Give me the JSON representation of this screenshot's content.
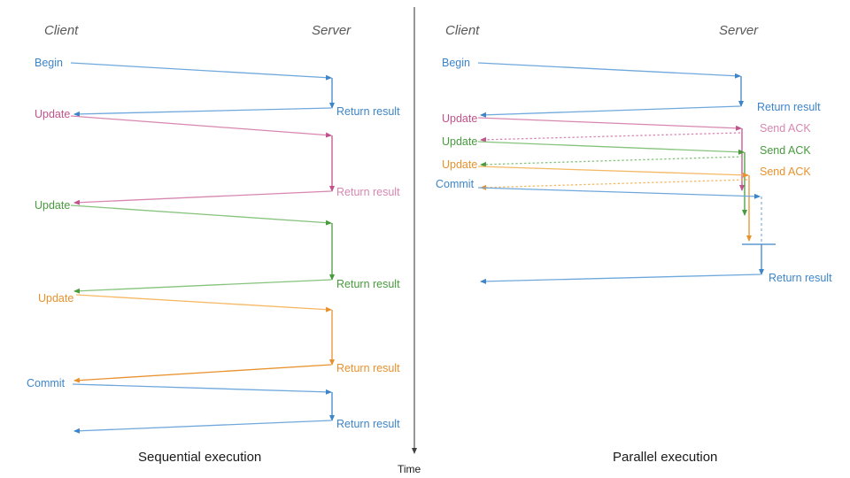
{
  "figure": {
    "background": "#ffffff",
    "colors": {
      "blue": "#3d85c8",
      "blue_light": "#6fa8dc",
      "pink": "#c2538a",
      "pink_light": "#d887b0",
      "green": "#479b3d",
      "green_light": "#86c37c",
      "orange": "#e8912d",
      "orange_light": "#f5b863",
      "header_gray": "#595959",
      "caption_black": "#1a1a1a",
      "divider_gray": "#404040"
    },
    "time_axis": {
      "label": "Time"
    },
    "panels": [
      {
        "id": "sequential",
        "caption": "Sequential execution",
        "header_client": "Client",
        "header_server": "Server",
        "client_labels": [
          {
            "text": "Begin",
            "color": "blue"
          },
          {
            "text": "Update",
            "color": "pink"
          },
          {
            "text": "Update",
            "color": "green"
          },
          {
            "text": "Update",
            "color": "orange"
          },
          {
            "text": "Commit",
            "color": "blue"
          }
        ],
        "server_labels": [
          {
            "text": "Return result",
            "color": "blue"
          },
          {
            "text": "Return result",
            "color": "pink"
          },
          {
            "text": "Return result",
            "color": "green"
          },
          {
            "text": "Return result",
            "color": "orange"
          },
          {
            "text": "Return result",
            "color": "blue"
          }
        ]
      },
      {
        "id": "parallel",
        "caption": "Parallel execution",
        "header_client": "Client",
        "header_server": "Server",
        "client_labels": [
          {
            "text": "Begin",
            "color": "blue"
          },
          {
            "text": "Update",
            "color": "pink"
          },
          {
            "text": "Update",
            "color": "green"
          },
          {
            "text": "Update",
            "color": "orange"
          },
          {
            "text": "Commit",
            "color": "blue"
          }
        ],
        "server_labels": [
          {
            "text": "Return result",
            "color": "blue"
          },
          {
            "text": "Send ACK",
            "color": "pink"
          },
          {
            "text": "Send ACK",
            "color": "green"
          },
          {
            "text": "Send ACK",
            "color": "orange"
          },
          {
            "text": "Return result",
            "color": "blue"
          }
        ]
      }
    ]
  },
  "chart_data": {
    "type": "sequence-diagram",
    "title": "",
    "panels": [
      {
        "name": "Sequential execution",
        "actors": [
          "Client",
          "Server"
        ],
        "messages": [
          {
            "from": "Client",
            "to": "Server",
            "label": "Begin",
            "color": "blue",
            "style": "solid"
          },
          {
            "from": "Server",
            "to": "Client",
            "label": "Return result",
            "color": "blue",
            "style": "solid"
          },
          {
            "from": "Client",
            "to": "Server",
            "label": "Update",
            "color": "pink",
            "style": "solid"
          },
          {
            "from": "Server",
            "to": "Client",
            "label": "Return result",
            "color": "pink",
            "style": "solid"
          },
          {
            "from": "Client",
            "to": "Server",
            "label": "Update",
            "color": "green",
            "style": "solid"
          },
          {
            "from": "Server",
            "to": "Client",
            "label": "Return result",
            "color": "green",
            "style": "solid"
          },
          {
            "from": "Client",
            "to": "Server",
            "label": "Update",
            "color": "orange",
            "style": "solid"
          },
          {
            "from": "Server",
            "to": "Client",
            "label": "Return result",
            "color": "orange",
            "style": "solid"
          },
          {
            "from": "Client",
            "to": "Server",
            "label": "Commit",
            "color": "blue",
            "style": "solid"
          },
          {
            "from": "Server",
            "to": "Client",
            "label": "Return result",
            "color": "blue",
            "style": "solid"
          }
        ]
      },
      {
        "name": "Parallel execution",
        "actors": [
          "Client",
          "Server"
        ],
        "messages": [
          {
            "from": "Client",
            "to": "Server",
            "label": "Begin",
            "color": "blue",
            "style": "solid"
          },
          {
            "from": "Server",
            "to": "Client",
            "label": "Return result",
            "color": "blue",
            "style": "solid"
          },
          {
            "from": "Client",
            "to": "Server",
            "label": "Update",
            "color": "pink",
            "style": "solid"
          },
          {
            "from": "Server",
            "to": "Client",
            "label": "Send ACK",
            "color": "pink",
            "style": "dotted"
          },
          {
            "from": "Client",
            "to": "Server",
            "label": "Update",
            "color": "green",
            "style": "solid"
          },
          {
            "from": "Server",
            "to": "Client",
            "label": "Send ACK",
            "color": "green",
            "style": "dotted"
          },
          {
            "from": "Client",
            "to": "Server",
            "label": "Update",
            "color": "orange",
            "style": "solid"
          },
          {
            "from": "Server",
            "to": "Client",
            "label": "Send ACK",
            "color": "orange",
            "style": "dotted"
          },
          {
            "from": "Client",
            "to": "Server",
            "label": "Commit",
            "color": "blue",
            "style": "solid"
          },
          {
            "from": "Server",
            "to": "Client",
            "label": "Return result",
            "color": "blue",
            "style": "solid"
          }
        ]
      }
    ],
    "axis": {
      "orientation": "vertical",
      "label": "Time",
      "direction": "downward"
    }
  }
}
